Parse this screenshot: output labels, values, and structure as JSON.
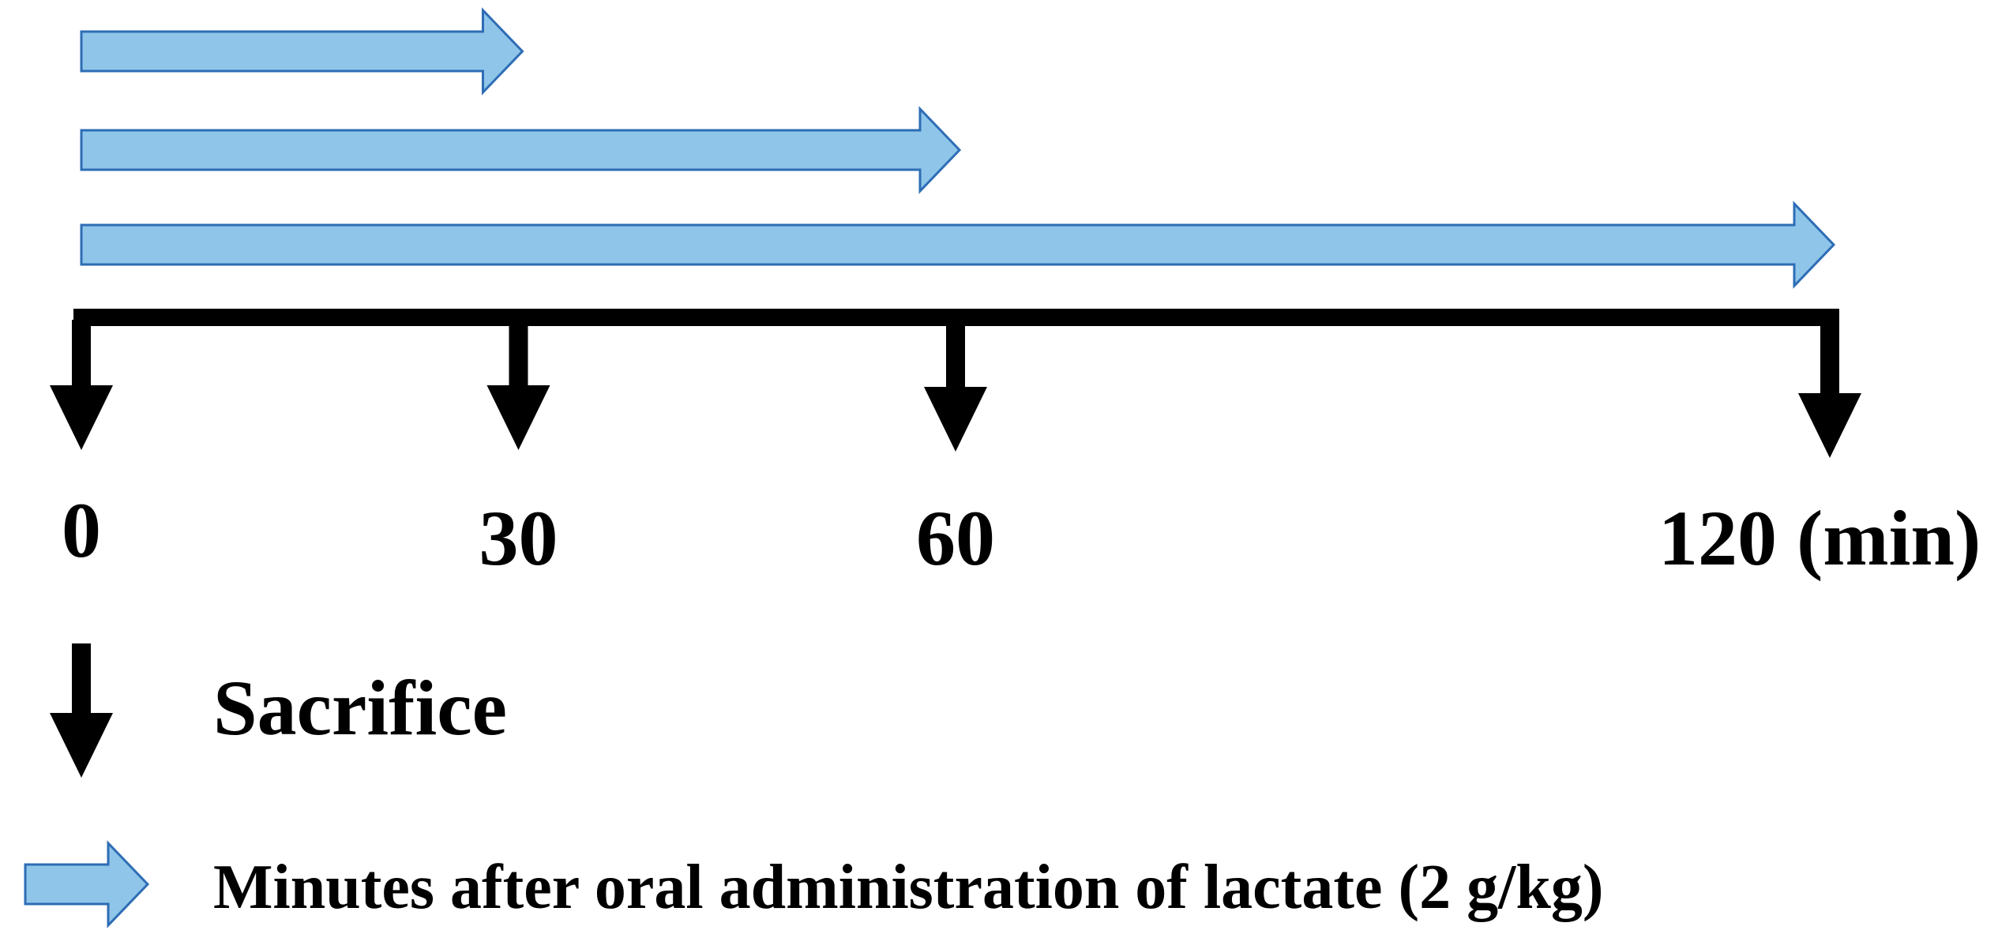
{
  "timeline": {
    "ticks": [
      {
        "value": 0,
        "label": "0"
      },
      {
        "value": 30,
        "label": "30"
      },
      {
        "value": 60,
        "label": "60"
      },
      {
        "value": 120,
        "label": "120 (min)"
      }
    ],
    "range": [
      0,
      120
    ]
  },
  "durations": [
    30,
    60,
    120
  ],
  "legend": {
    "sacrifice_label": "Sacrifice",
    "administration_label": "Minutes after oral administration of lactate (2 g/kg)"
  },
  "colors": {
    "arrow_fill": "#8EC5E9",
    "arrow_stroke": "#2E6DB5",
    "axis": "#000000"
  },
  "icons": [
    "down-arrow-icon",
    "right-arrow-icon"
  ]
}
